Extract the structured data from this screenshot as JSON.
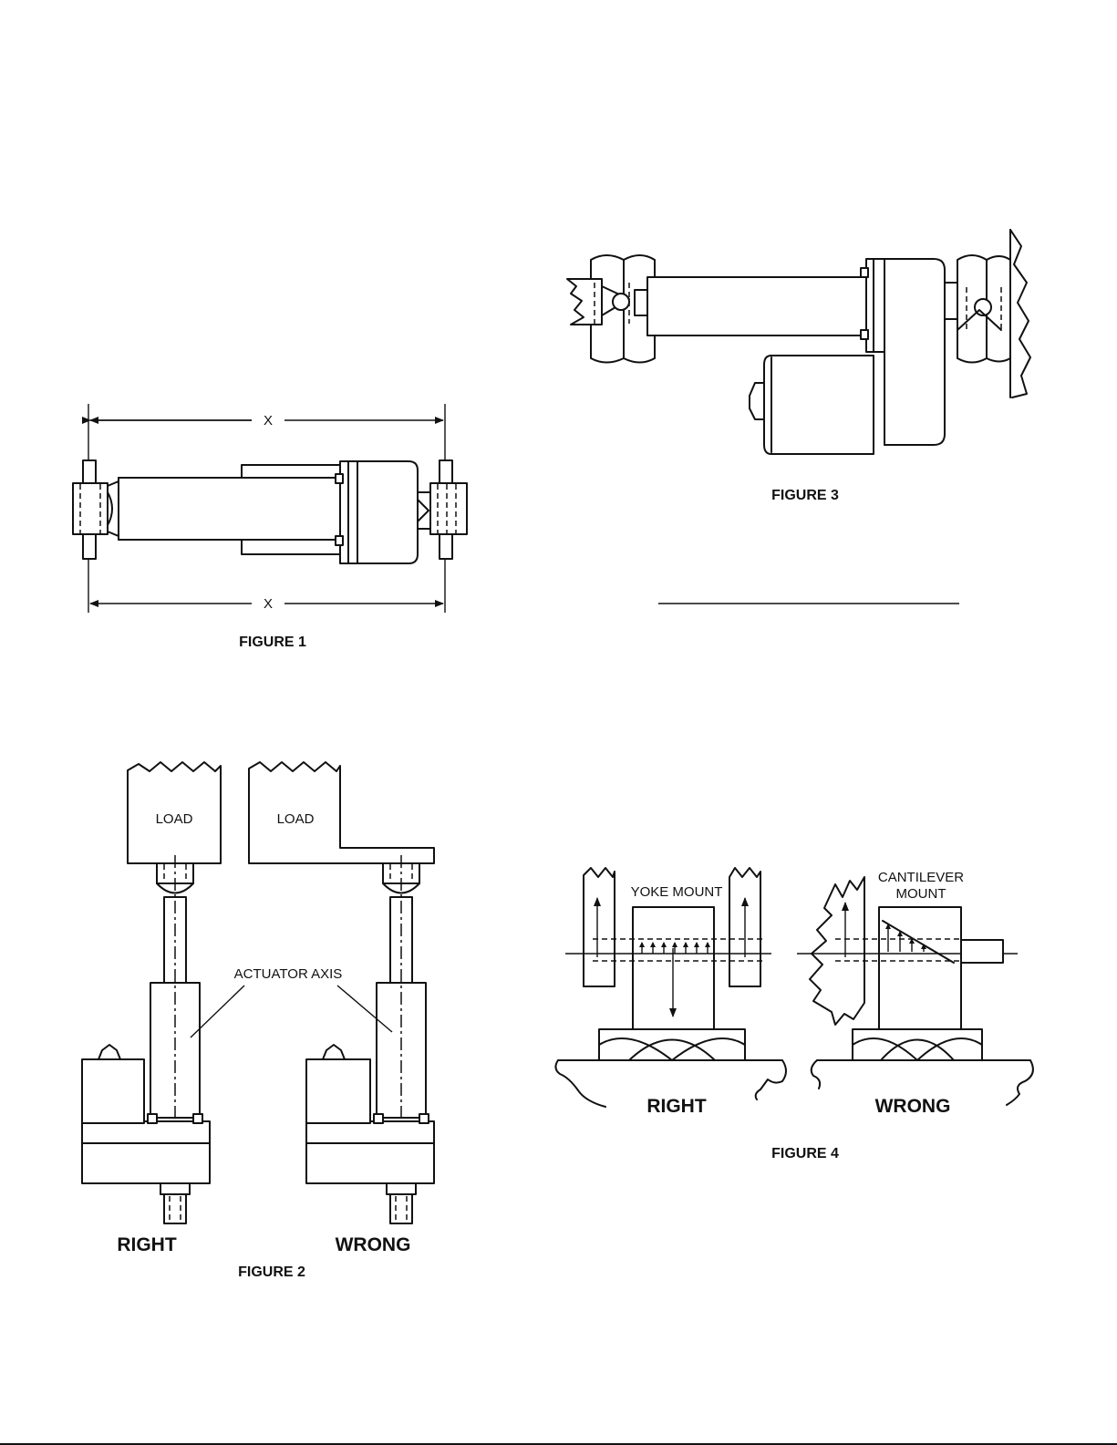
{
  "figure1": {
    "caption": "FIGURE 1",
    "dimension_top": "X",
    "dimension_bottom": "X"
  },
  "figure2": {
    "caption": "FIGURE 2",
    "load_left": "LOAD",
    "load_right": "LOAD",
    "axis_label": "ACTUATOR AXIS",
    "right_label": "RIGHT",
    "wrong_label": "WRONG"
  },
  "figure3": {
    "caption": "FIGURE 3"
  },
  "figure4": {
    "caption": "FIGURE 4",
    "yoke_label": "YOKE MOUNT",
    "cantilever_line1": "CANTILEVER",
    "cantilever_line2": "MOUNT",
    "right_label": "RIGHT",
    "wrong_label": "WRONG"
  }
}
